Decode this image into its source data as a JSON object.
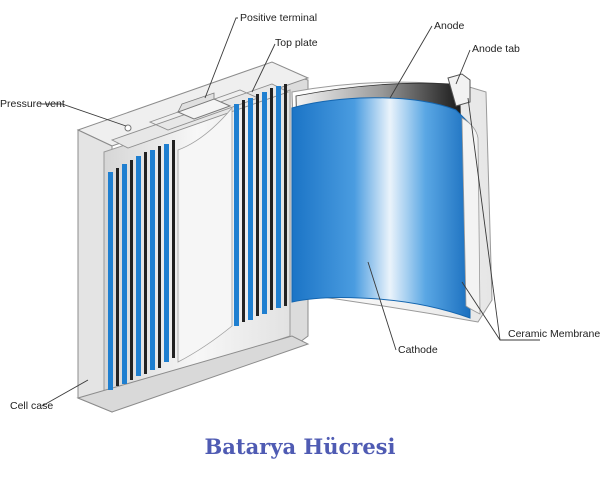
{
  "diagram": {
    "labels": {
      "positive_terminal": "Positive terminal",
      "top_plate": "Top plate",
      "pressure_vent": "Pressure vent",
      "anode": "Anode",
      "anode_tab": "Anode tab",
      "cell_case": "Cell case",
      "cathode": "Cathode",
      "ceramic_membrane": "Ceramic Membrane"
    },
    "colors": {
      "case_fill": "#e9e9e9",
      "case_stroke": "#8c8c8c",
      "cathode_blue": "#1f7fd0",
      "cathode_light": "#e8f2fb",
      "anode_dark": "#1a1a1a",
      "label_text": "#222222"
    }
  },
  "caption": "Batarya Hücresi"
}
